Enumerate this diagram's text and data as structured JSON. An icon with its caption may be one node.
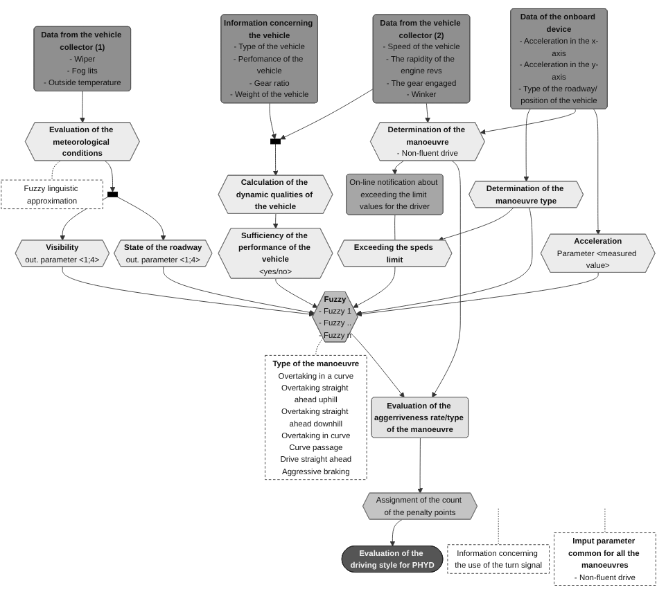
{
  "diagram": {
    "nodes": [
      {
        "text": [
          "Data from the vehicle collector (1)",
          "- Wiper",
          "- Fog lits",
          "- Outside temperature"
        ]
      },
      {
        "text": [
          "Information concerning the vehicle",
          "- Type of the vehicle",
          "- Perfomance of the vehicle",
          "- Gear ratio",
          "- Weight of the vehicle"
        ]
      },
      {
        "text": [
          "Data from the vehicle collector (2)",
          "- Speed of the vehicle",
          "- The rapidity of the engine revs",
          "- The gear engaged",
          "- Winker"
        ]
      },
      {
        "text": [
          "Data of the onboard device",
          "- Acceleration in the x-axis",
          "- Acceleration in the y-axis",
          "- Type of the roadway/ position of the vehicle"
        ]
      },
      {
        "text": [
          "Fuzzy linguistic approximation"
        ]
      },
      {
        "text": [
          "Evaluation of the meteorological conditions"
        ]
      },
      {
        "text": [],
        "shape": "bar"
      },
      {
        "text": [
          "Calculation of the dynamic qualities of the vehicle"
        ]
      },
      {
        "text": [
          "Information concerning the use of the turn signal"
        ]
      },
      {
        "text": [
          "Determination of the manoeuvre type"
        ]
      },
      {
        "text": [
          "Determination of the manoeuvre",
          "- Non-fluent drive"
        ]
      },
      {
        "text": [],
        "shape": "bar"
      },
      {
        "text": [
          "Visibility",
          "out. parameter <1;4>"
        ]
      },
      {
        "text": [
          "State of the roadway",
          "out. parameter <1;4>"
        ]
      },
      {
        "text": [
          "Sufficiency of the performance of the vehicle",
          "<yes/no>"
        ]
      },
      {
        "text": [
          "Acceleration",
          "Parameter <measured value>"
        ]
      },
      {
        "text": [
          "Exceeding the speds limit"
        ]
      },
      {
        "text": [
          "On-line notification about exceeding the limit values for the driver"
        ]
      },
      {
        "text": [
          "Fuzzy",
          "- Fuzzy 1",
          "- Fuzzy ..",
          "- Fuzzy n"
        ]
      },
      {
        "text": [
          "Type of the manoeuvre",
          "Overtaking in a curve",
          "Overtaking straight ahead uphill",
          "Overtaking straight ahead downhill",
          "Overtaking in curve",
          "Curve passage",
          "Drive straight ahead",
          "Aggressive braking"
        ]
      },
      {
        "text": [
          "Evaluation of the aggerriveness rate/type of the manoeuvre"
        ]
      },
      {
        "text": [
          "Assignment of the count of the penalty points"
        ]
      },
      {
        "text": [
          "Evaluation of the driving style for PHYD"
        ]
      },
      {
        "text": [
          "Imput parameter common for all the manoeuvres",
          "- Non-fluent drive"
        ]
      }
    ],
    "edges": [
      {
        "from": 0,
        "to": 5,
        "arrow": "to"
      },
      {
        "from": 1,
        "to": 6,
        "arrow": "to"
      },
      {
        "from": 2,
        "to": 6,
        "arrow": "to"
      },
      {
        "from": 5,
        "to": 4,
        "arrow": "none",
        "style": "dashed"
      },
      {
        "from": 6,
        "to": 7,
        "arrow": "to"
      },
      {
        "from": 8,
        "to": null,
        "arrow": "none",
        "style": "dashed"
      },
      {
        "from": 3,
        "to": 9,
        "arrow": "to"
      },
      {
        "from": 3,
        "to": 10,
        "arrow": "to"
      },
      {
        "from": 2,
        "to": 10,
        "arrow": "to"
      },
      {
        "from": 3,
        "to": 15,
        "arrow": "to"
      },
      {
        "from": 5,
        "to": 11,
        "arrow": "to"
      },
      {
        "from": 11,
        "to": 12,
        "arrow": "to"
      },
      {
        "from": 11,
        "to": 13,
        "arrow": "to"
      },
      {
        "from": 7,
        "to": 14,
        "arrow": "to"
      },
      {
        "from": 9,
        "to": 16,
        "arrow": "to"
      },
      {
        "from": 10,
        "to": 17,
        "arrow": "to"
      },
      {
        "from": 16,
        "to": 17,
        "arrow": "none"
      },
      {
        "from": 12,
        "to": 18,
        "arrow": "to"
      },
      {
        "from": 13,
        "to": 18,
        "arrow": "to"
      },
      {
        "from": 14,
        "to": 18,
        "arrow": "to"
      },
      {
        "from": 15,
        "to": 18,
        "arrow": "to"
      },
      {
        "from": 16,
        "to": 18,
        "arrow": "to"
      },
      {
        "from": 9,
        "to": 18,
        "arrow": "to"
      },
      {
        "from": 18,
        "to": 19,
        "arrow": "none",
        "style": "dashed"
      },
      {
        "from": 18,
        "to": 20,
        "arrow": "to"
      },
      {
        "from": 10,
        "to": 20,
        "arrow": "to"
      },
      {
        "from": 20,
        "to": 21,
        "arrow": "to"
      },
      {
        "from": 21,
        "to": 22,
        "arrow": "to"
      },
      {
        "from": 23,
        "to": null,
        "arrow": "none",
        "style": "dashed"
      }
    ]
  }
}
